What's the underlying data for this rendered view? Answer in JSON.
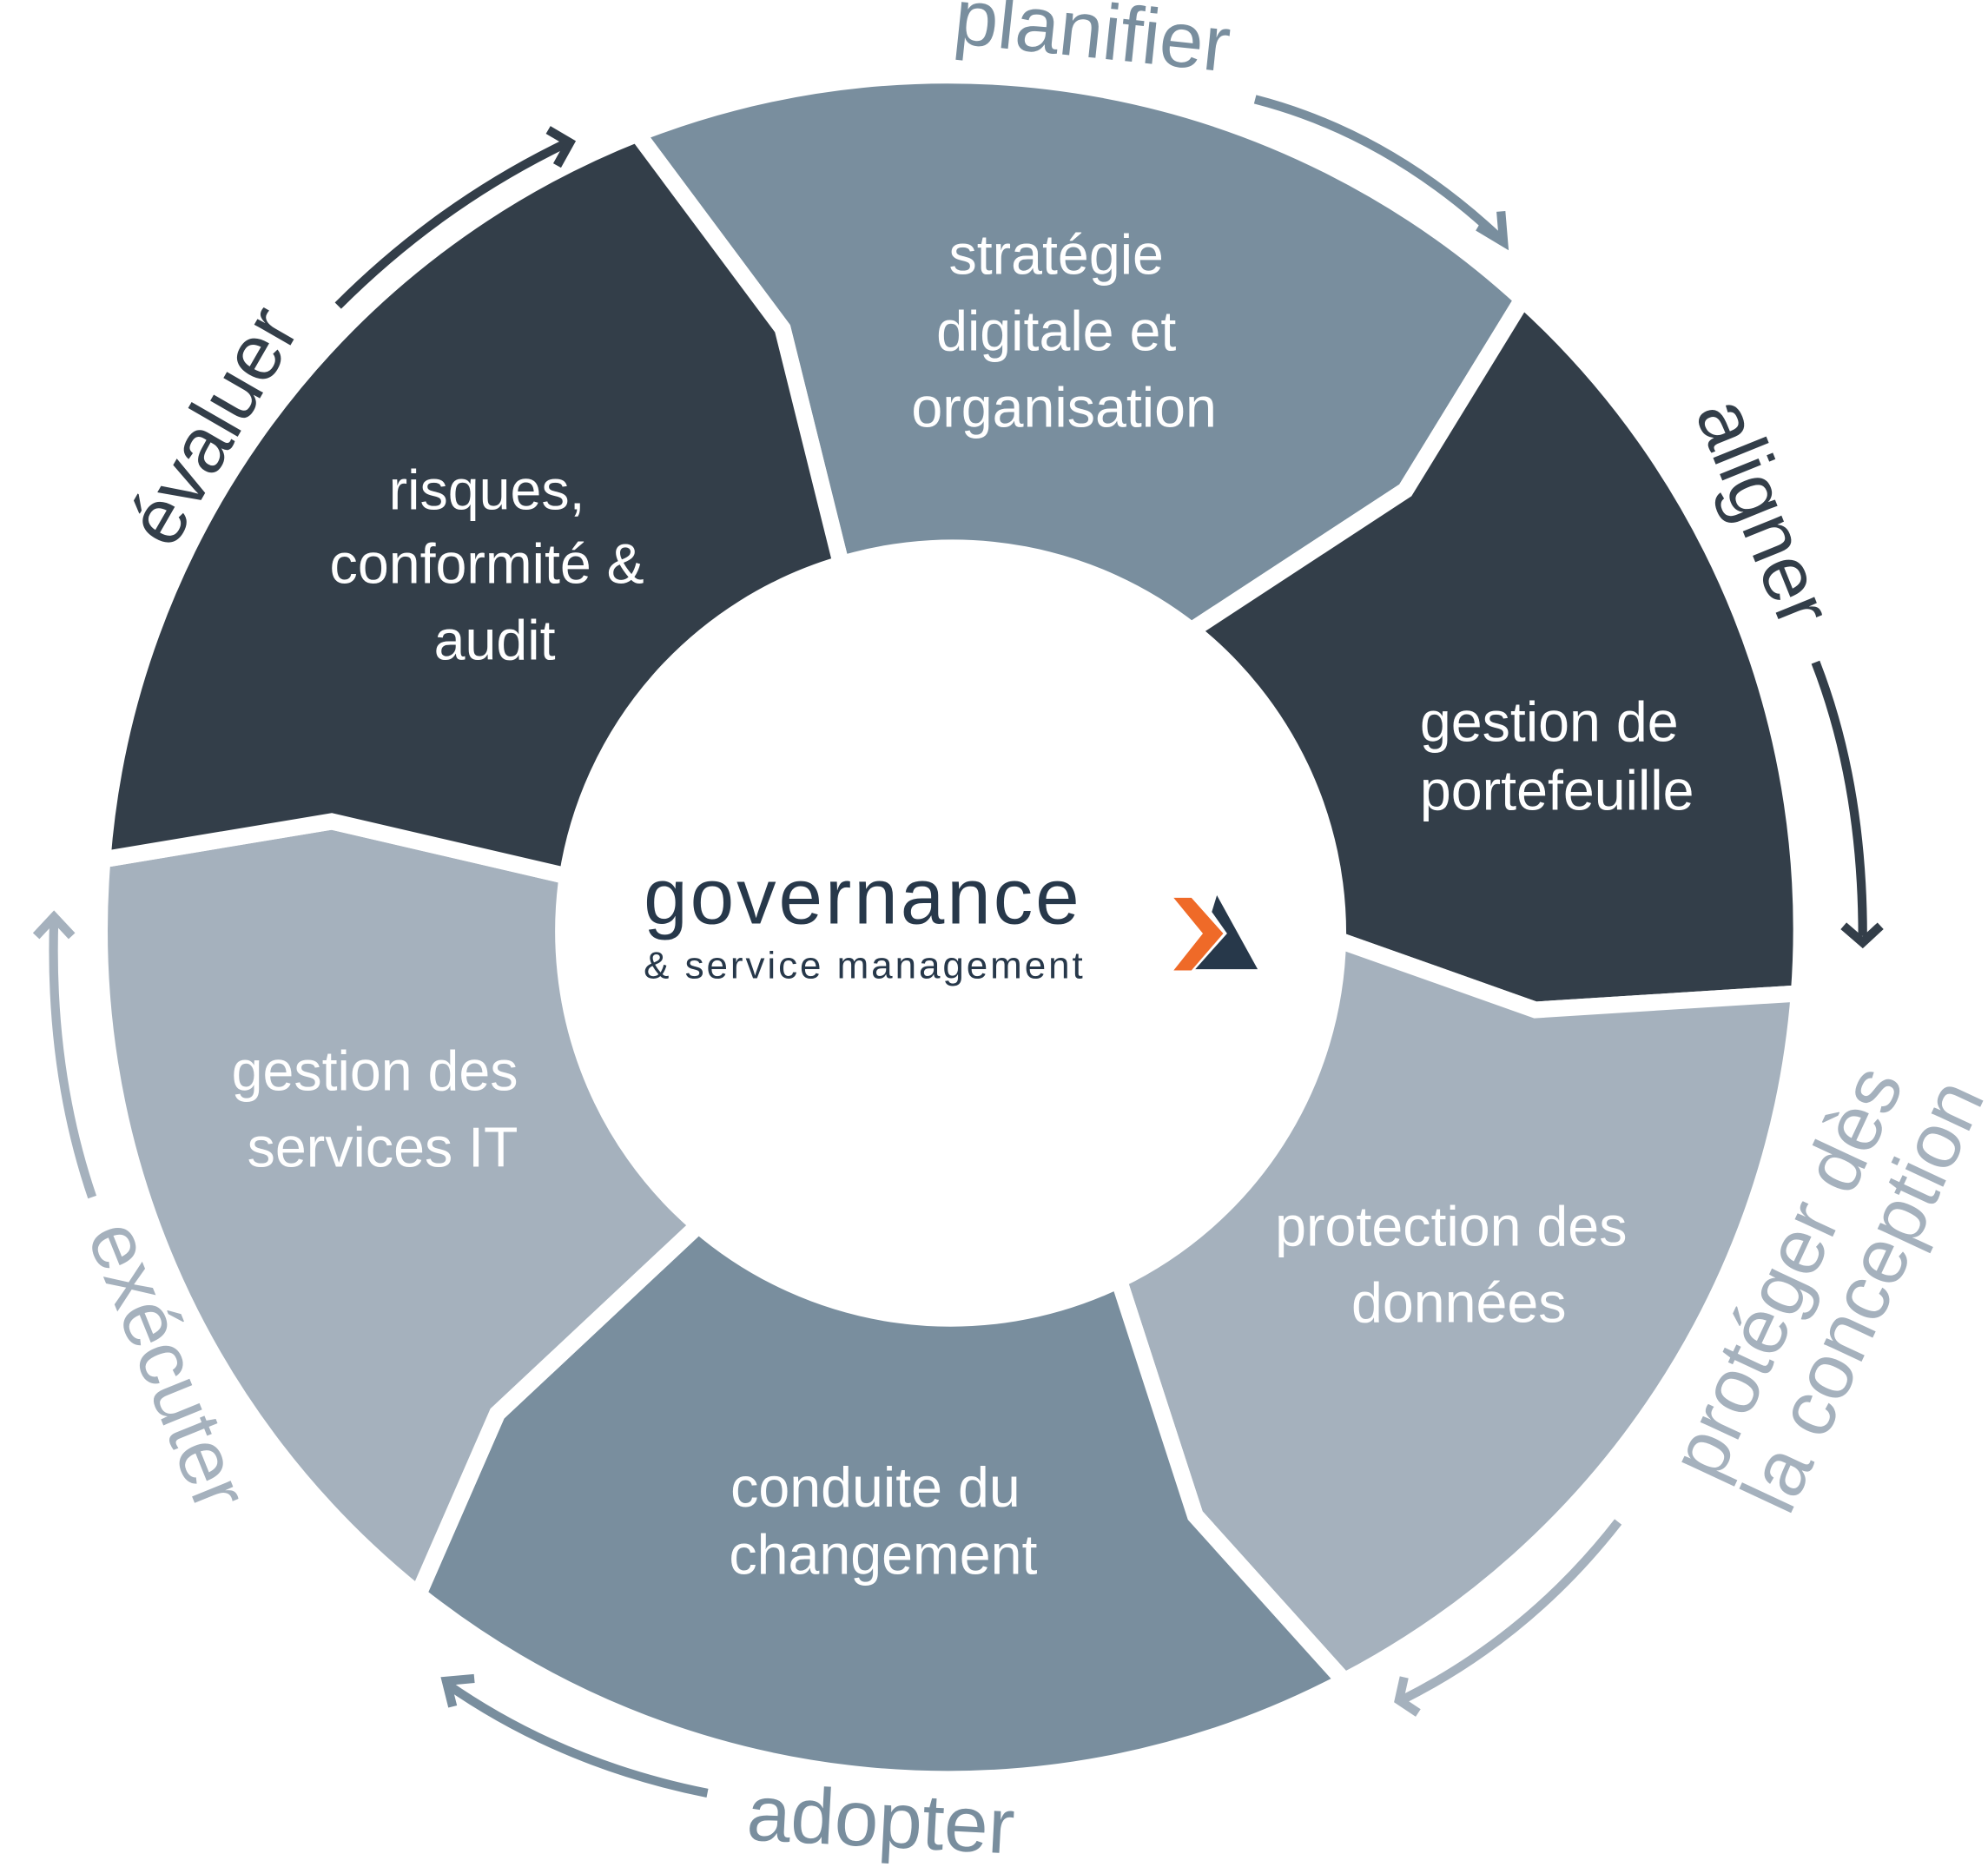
{
  "colors": {
    "dark": "#333e49",
    "mid": "#798e9e",
    "light": "#a5b1bd",
    "logo_text": "#27384a",
    "logo_orange": "#ef6a28"
  },
  "segments": [
    {
      "lines": [
        "stratégie",
        "digitale et",
        "organisation"
      ]
    },
    {
      "lines": [
        "gestion de",
        "portefeuille"
      ]
    },
    {
      "lines": [
        "protection des",
        "données"
      ]
    },
    {
      "lines": [
        "conduite du",
        "changement"
      ]
    },
    {
      "lines": [
        "gestion des",
        "services IT"
      ]
    },
    {
      "lines": [
        "risques,",
        "conformité &",
        "audit"
      ]
    }
  ],
  "cycle_labels": {
    "planifier": "planifier",
    "aligner": "aligner",
    "proteger": [
      "protéger dès",
      "la conception"
    ],
    "adopter": "adopter",
    "executer": "exécuter",
    "evaluer": "évaluer"
  },
  "logo": {
    "title": "governance",
    "subtitle": "& service management"
  }
}
